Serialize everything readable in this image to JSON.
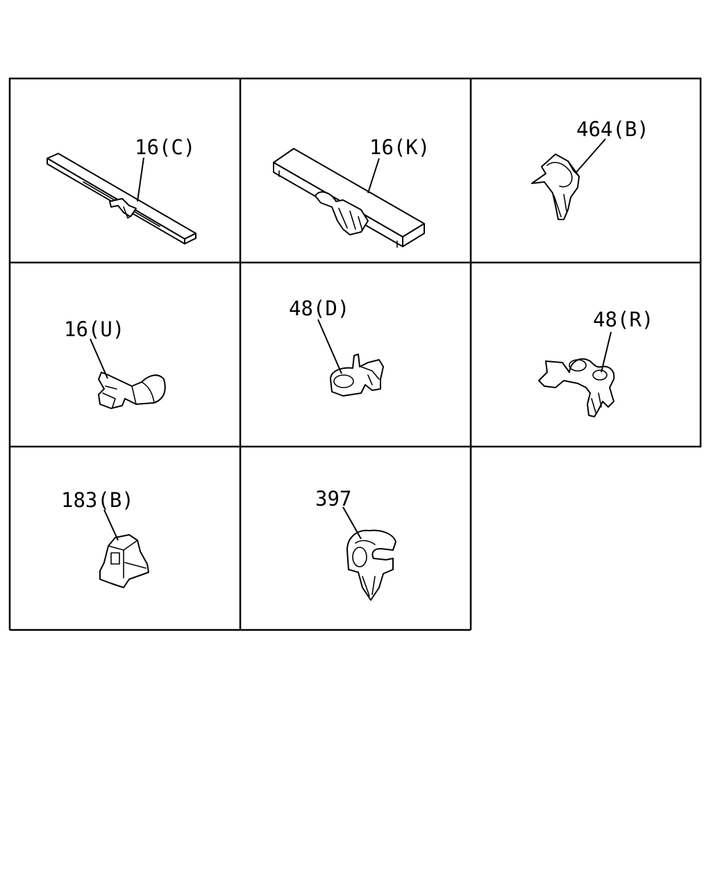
{
  "diagram": {
    "cells": [
      {
        "label": "16(C)",
        "icon": "flat-strip-clip"
      },
      {
        "label": "16(K)",
        "icon": "channel-strip-clip"
      },
      {
        "label": "464(B)",
        "icon": "pipe-holder-clip"
      },
      {
        "label": "16(U)",
        "icon": "open-loop-clip"
      },
      {
        "label": "48(D)",
        "icon": "ring-clip"
      },
      {
        "label": "48(R)",
        "icon": "double-ring-clip"
      },
      {
        "label": "183(B)",
        "icon": "block-clip"
      },
      {
        "label": "397",
        "icon": "c-shaped-clip"
      }
    ]
  }
}
